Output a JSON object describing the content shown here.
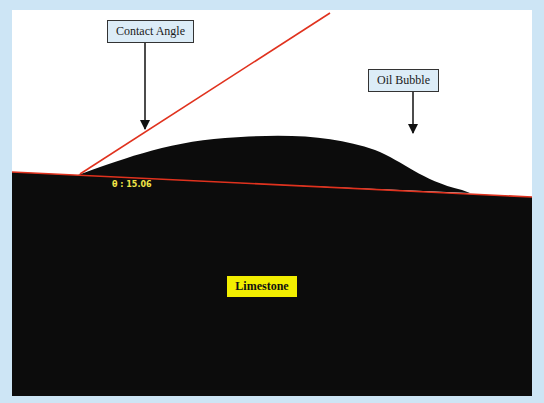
{
  "diagram": {
    "nodes": [
      {
        "text": [
          "Contact Angle"
        ]
      },
      {
        "text": [
          "Oil Bubble"
        ]
      },
      {
        "text": [
          "Limestone"
        ]
      }
    ],
    "labels": [
      "θ : 15.06"
    ]
  }
}
